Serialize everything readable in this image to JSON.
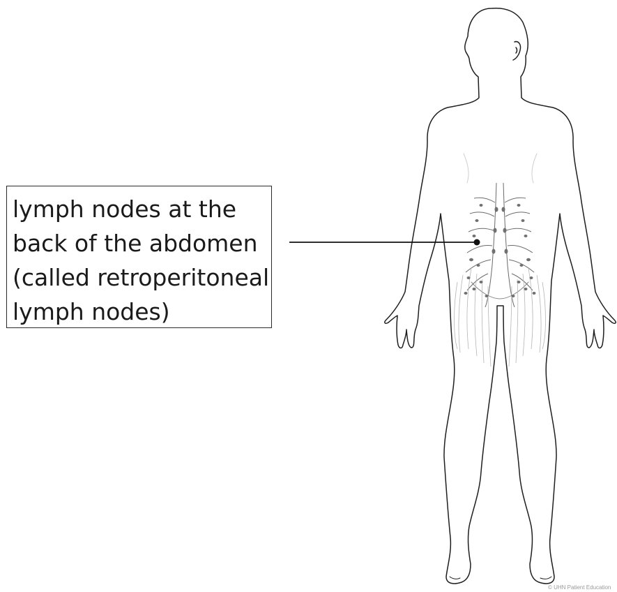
{
  "label": {
    "lines": [
      "lymph nodes at the",
      "back of the abdomen",
      "(called retroperitoneal",
      "lymph nodes)"
    ]
  },
  "copyright": "© UHN Patient Education",
  "colors": {
    "outline": "#1e1e1e",
    "lymph": "#5a5a5a",
    "leader": "#111111"
  },
  "icons": [
    "human-body-back-view",
    "lymph-node-network"
  ]
}
